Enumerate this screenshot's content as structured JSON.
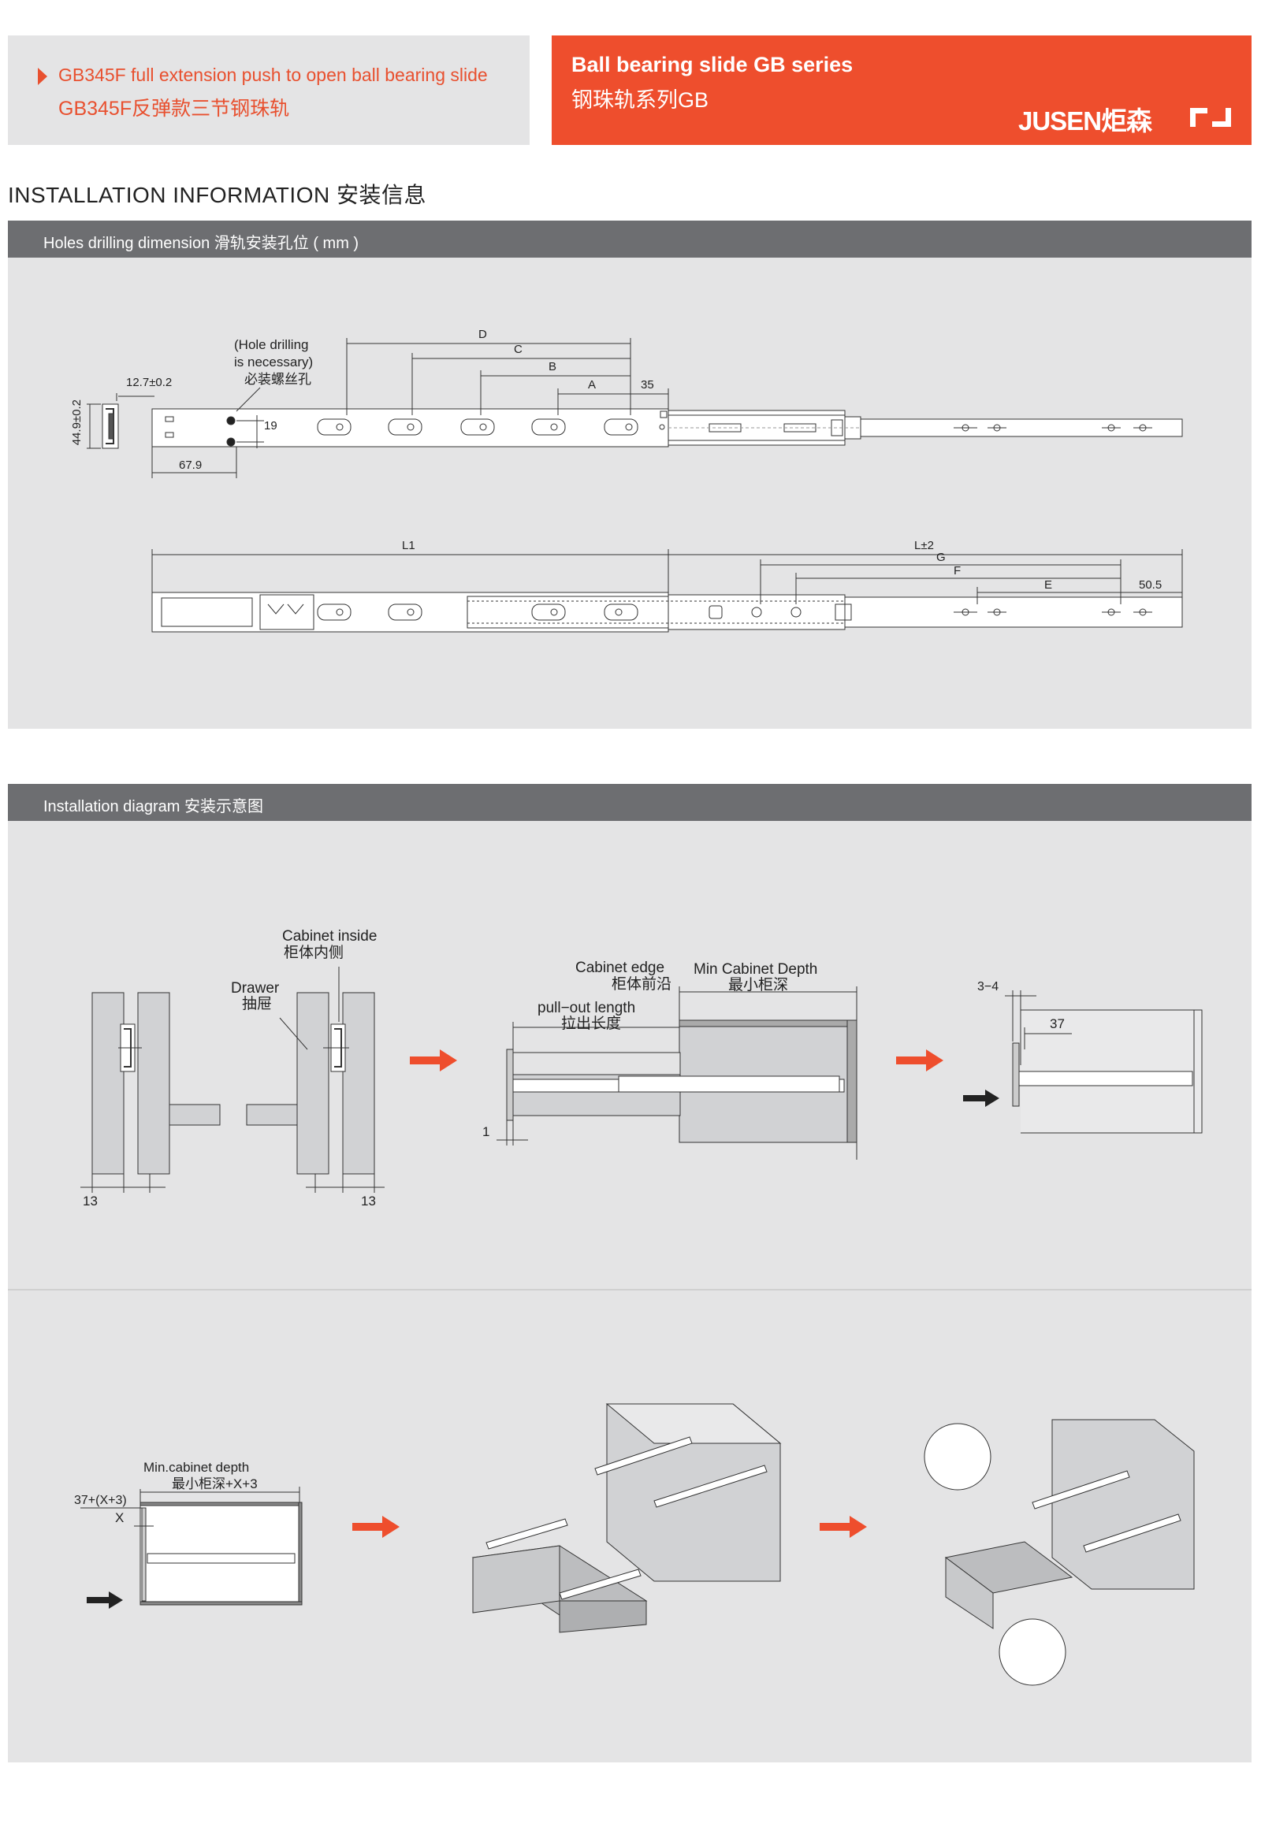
{
  "header": {
    "product_en": "GB345F full extension push to open ball bearing slide",
    "product_cn": "GB345F反弹款三节钢珠轨",
    "series_en": "Ball bearing slide GB series",
    "series_cn": "钢珠轨系列GB",
    "logo_text": "JUSEN炬森",
    "accent_color": "#ee4e2d",
    "brand_color": "#e8502f"
  },
  "title": "INSTALLATION INFORMATION  安装信息",
  "sections": {
    "holes": {
      "label": "Holes drilling dimension   滑轨安装孔位 ( mm )"
    },
    "diagram": {
      "label": "Installation diagram   安装示意图"
    }
  },
  "drawing1": {
    "dim_height": "44.9±0.2",
    "dim_width": "12.7±0.2",
    "note_1": "(Hole drilling",
    "note_2": "is necessary)",
    "note_3": "必装螺丝孔",
    "d": "D",
    "c": "C",
    "b": "B",
    "a": "A",
    "n35": "35",
    "n19": "19",
    "n679": "67.9"
  },
  "drawing2": {
    "l1": "L1",
    "l2": "L±2",
    "g": "G",
    "f": "F",
    "e": "E",
    "n505": "50.5"
  },
  "diagram1": {
    "cabinet_inside_en": "Cabinet inside",
    "cabinet_inside_cn": "柜体内侧",
    "drawer_en": "Drawer",
    "drawer_cn": "抽屉",
    "n13a": "13",
    "n13b": "13",
    "cabinet_edge_en": "Cabinet edge",
    "cabinet_edge_cn": "柜体前沿",
    "min_depth_en": "Min Cabinet Depth",
    "min_depth_cn": "最小柜深",
    "pullout_en": "pull−out length",
    "pullout_cn": "拉出长度",
    "n1": "1",
    "n34": "3−4",
    "n37": "37"
  },
  "diagram2": {
    "min_depth_en": "Min.cabinet depth",
    "min_depth_cn": "最小柜深+X+3",
    "dim_37x3": "37+(X+3)",
    "x": "X"
  }
}
